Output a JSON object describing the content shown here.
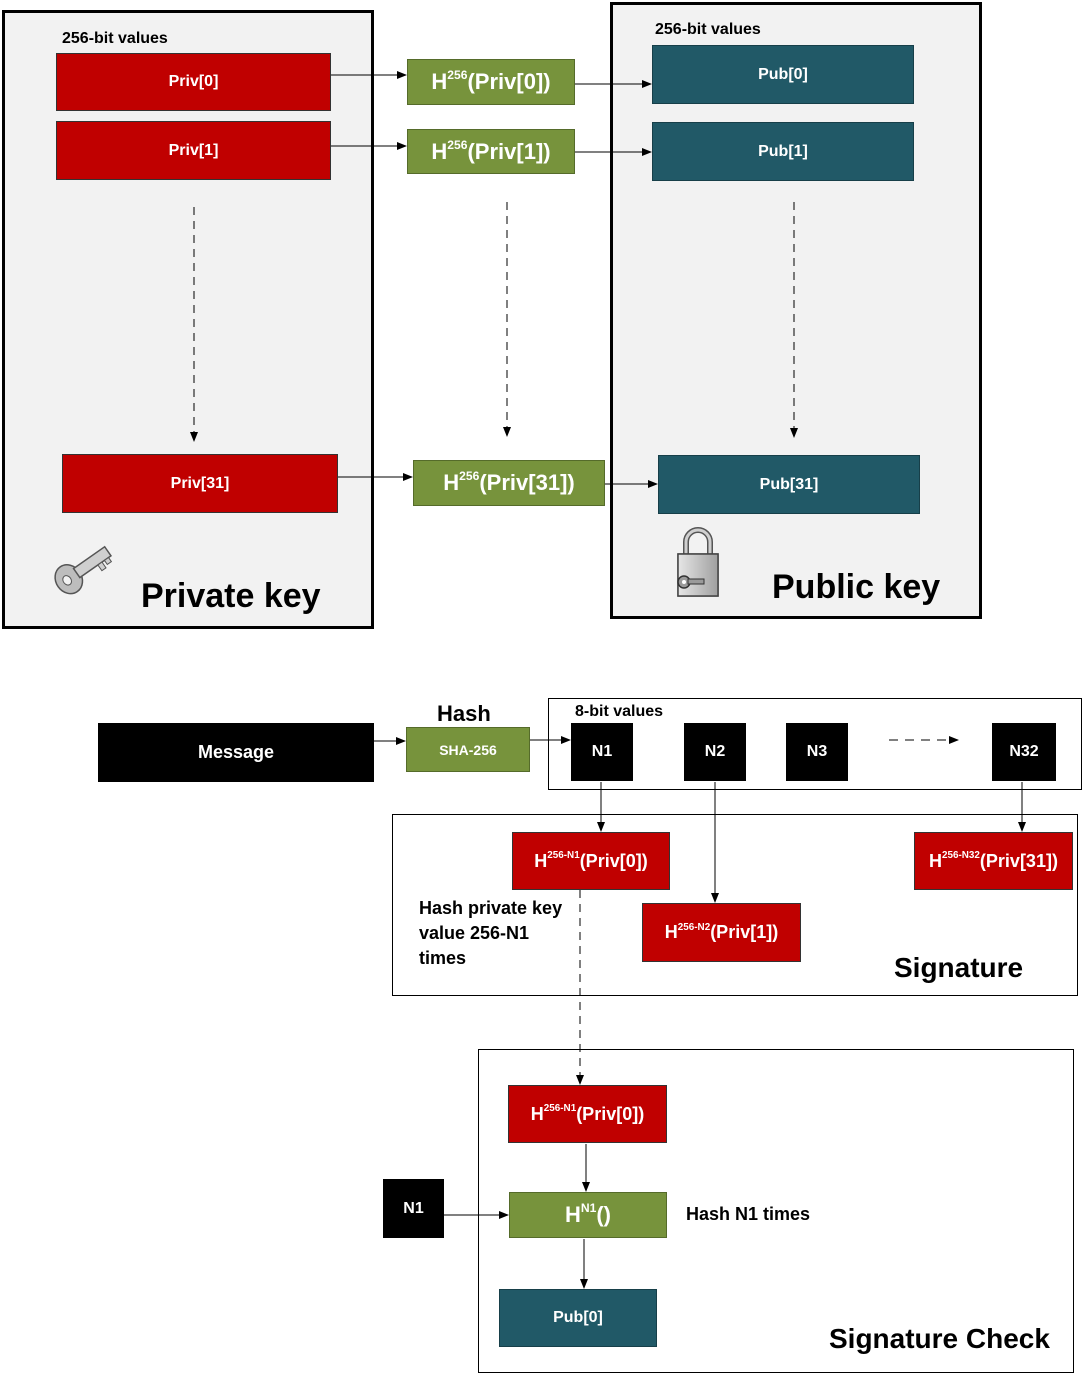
{
  "private_key": {
    "title": "Private key",
    "values_label": "256-bit values",
    "items": [
      "Priv[0]",
      "Priv[1]",
      "Priv[31]"
    ]
  },
  "public_key": {
    "title": "Public key",
    "values_label": "256-bit values",
    "items": [
      "Pub[0]",
      "Pub[1]",
      "Pub[31]"
    ]
  },
  "hashes": [
    {
      "base": "H",
      "sup": "256",
      "arg": "(Priv[0])"
    },
    {
      "base": "H",
      "sup": "256",
      "arg": "(Priv[1])"
    },
    {
      "base": "H",
      "sup": "256",
      "arg": "(Priv[31])"
    }
  ],
  "message_flow": {
    "message": "Message",
    "hash_title": "Hash",
    "hash_fn": "SHA-256",
    "values_label": "8-bit values",
    "nibbles": [
      "N1",
      "N2",
      "N3",
      "N32"
    ]
  },
  "signature": {
    "title": "Signature",
    "note": [
      "Hash private key",
      "value 256-N1",
      "times"
    ],
    "items": [
      {
        "base": "H",
        "sup": "256-N1",
        "arg": "(Priv[0])"
      },
      {
        "base": "H",
        "sup": "256-N2",
        "arg": "(Priv[1])"
      },
      {
        "base": "H",
        "sup": "256-N32",
        "arg": "(Priv[31])"
      }
    ]
  },
  "signature_check": {
    "title": "Signature Check",
    "input": {
      "base": "H",
      "sup": "256-N1",
      "arg": "(Priv[0])"
    },
    "n_input": "N1",
    "hash_box": {
      "base": "H",
      "sup": "N1",
      "arg": "()"
    },
    "hash_note": "Hash N1 times",
    "result": "Pub[0]"
  },
  "colors": {
    "private": "#c00000",
    "hash": "#77933c",
    "public": "#215967",
    "nibble": "#000000",
    "panel_fill": "#f2f2f2"
  },
  "icons": [
    "key-icon",
    "padlock-icon"
  ]
}
